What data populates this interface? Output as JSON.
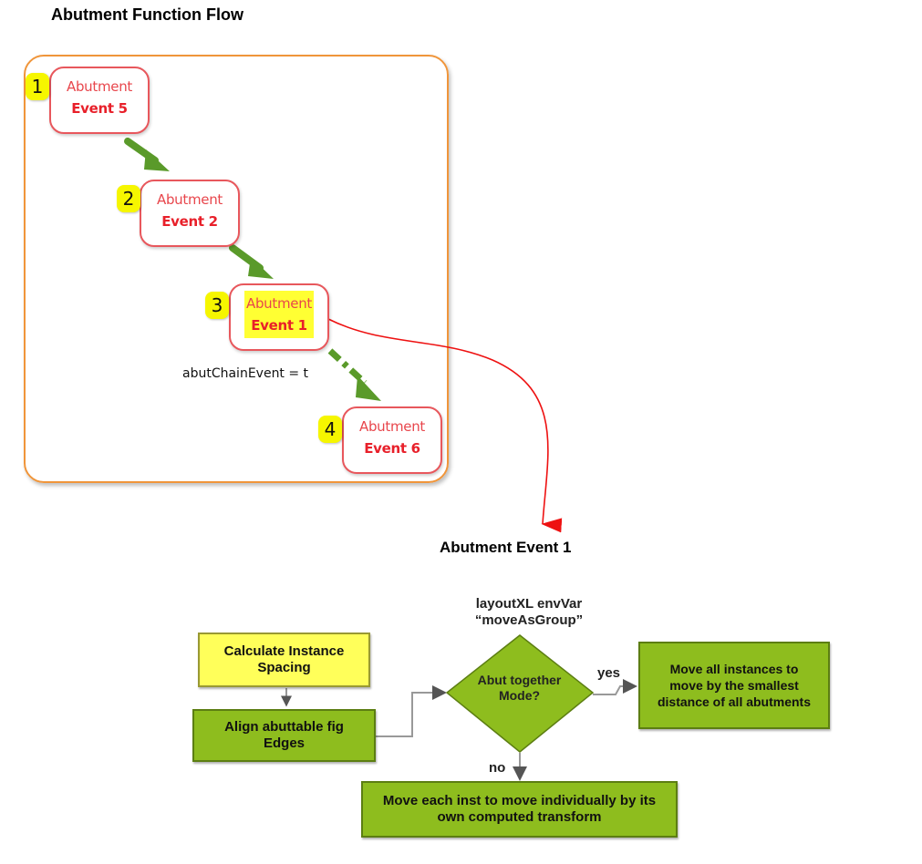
{
  "title": "Abutment Function Flow",
  "chain": {
    "nodes": [
      {
        "step": "1",
        "line1": "Abutment",
        "line2": "Event 5",
        "highlighted": false
      },
      {
        "step": "2",
        "line1": "Abutment",
        "line2": "Event 2",
        "highlighted": false
      },
      {
        "step": "3",
        "line1": "Abutment",
        "line2": "Event 1",
        "highlighted": true
      },
      {
        "step": "4",
        "line1": "Abutment",
        "line2": "Event 6",
        "highlighted": false
      }
    ],
    "dashed_edge_label": "abutChainEvent = t"
  },
  "detail": {
    "title": "Abutment Event 1",
    "calc_box": "Calculate Instance Spacing",
    "align_box": "Align abuttable fig Edges",
    "envvar_label_line1": "layoutXL envVar",
    "envvar_label_line2": "“moveAsGroup”",
    "decision": "Abut together Mode?",
    "yes_label": "yes",
    "no_label": "no",
    "yes_box": "Move all instances to move by the smallest distance of all abutments",
    "no_box": "Move each inst to move individually by its own computed transform"
  },
  "colors": {
    "node_border": "#e8575c",
    "node_text": "#e8202a",
    "badge": "#f6f600",
    "group_border": "#f0953a",
    "arrow_green": "#5a9a2a",
    "link_red": "#ee1111",
    "flow_green": "#8ebd1e",
    "flow_yellow": "#ffff5a"
  }
}
